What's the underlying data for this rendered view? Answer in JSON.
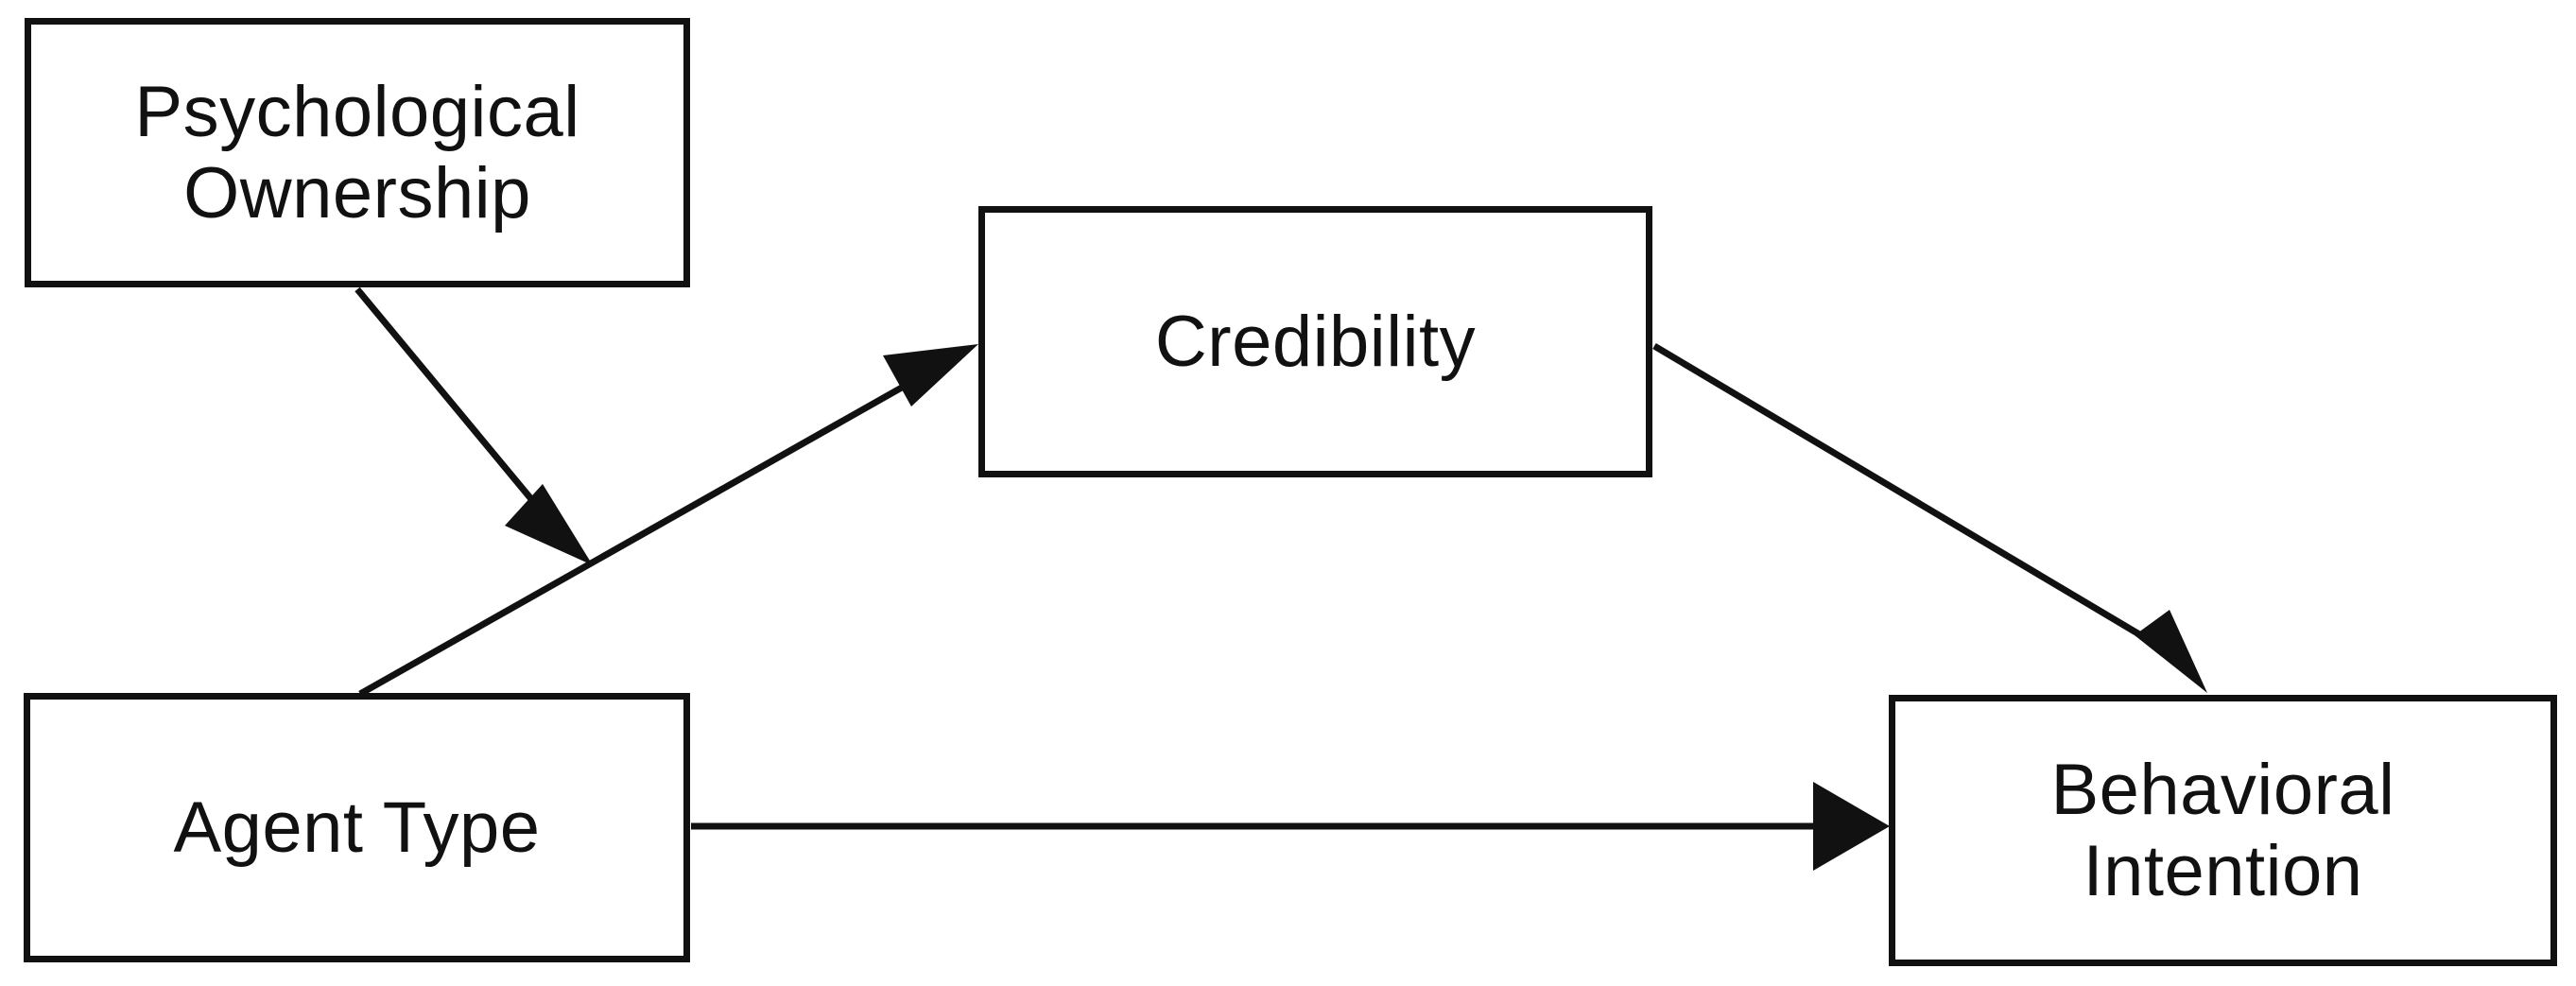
{
  "figure": {
    "kind": "conceptual-research-model-diagram",
    "background_color": "#ffffff",
    "line_color": "#111111",
    "text_color": "#111111"
  },
  "nodes": {
    "psychological_ownership": {
      "label": "Psychological\nOwnership",
      "role": "moderator"
    },
    "credibility": {
      "label": "Credibility",
      "role": "mediator"
    },
    "agent_type": {
      "label": "Agent Type",
      "role": "independent-variable"
    },
    "behavioral_intention": {
      "label": "Behavioral\nIntention",
      "role": "dependent-variable"
    }
  },
  "edges": [
    {
      "id": "agent-to-credibility",
      "from": "agent_type",
      "to": "credibility",
      "arrowhead": "filled-triangle",
      "label": ""
    },
    {
      "id": "credibility-to-behavioral-intention",
      "from": "credibility",
      "to": "behavioral_intention",
      "arrowhead": "filled-triangle",
      "label": ""
    },
    {
      "id": "agent-to-behavioral-intention",
      "from": "agent_type",
      "to": "behavioral_intention",
      "arrowhead": "filled-triangle",
      "label": ""
    },
    {
      "id": "psychological-ownership-moderation",
      "from": "psychological_ownership",
      "to": "agent-to-credibility",
      "arrowhead": "filled-triangle",
      "label": ""
    }
  ]
}
